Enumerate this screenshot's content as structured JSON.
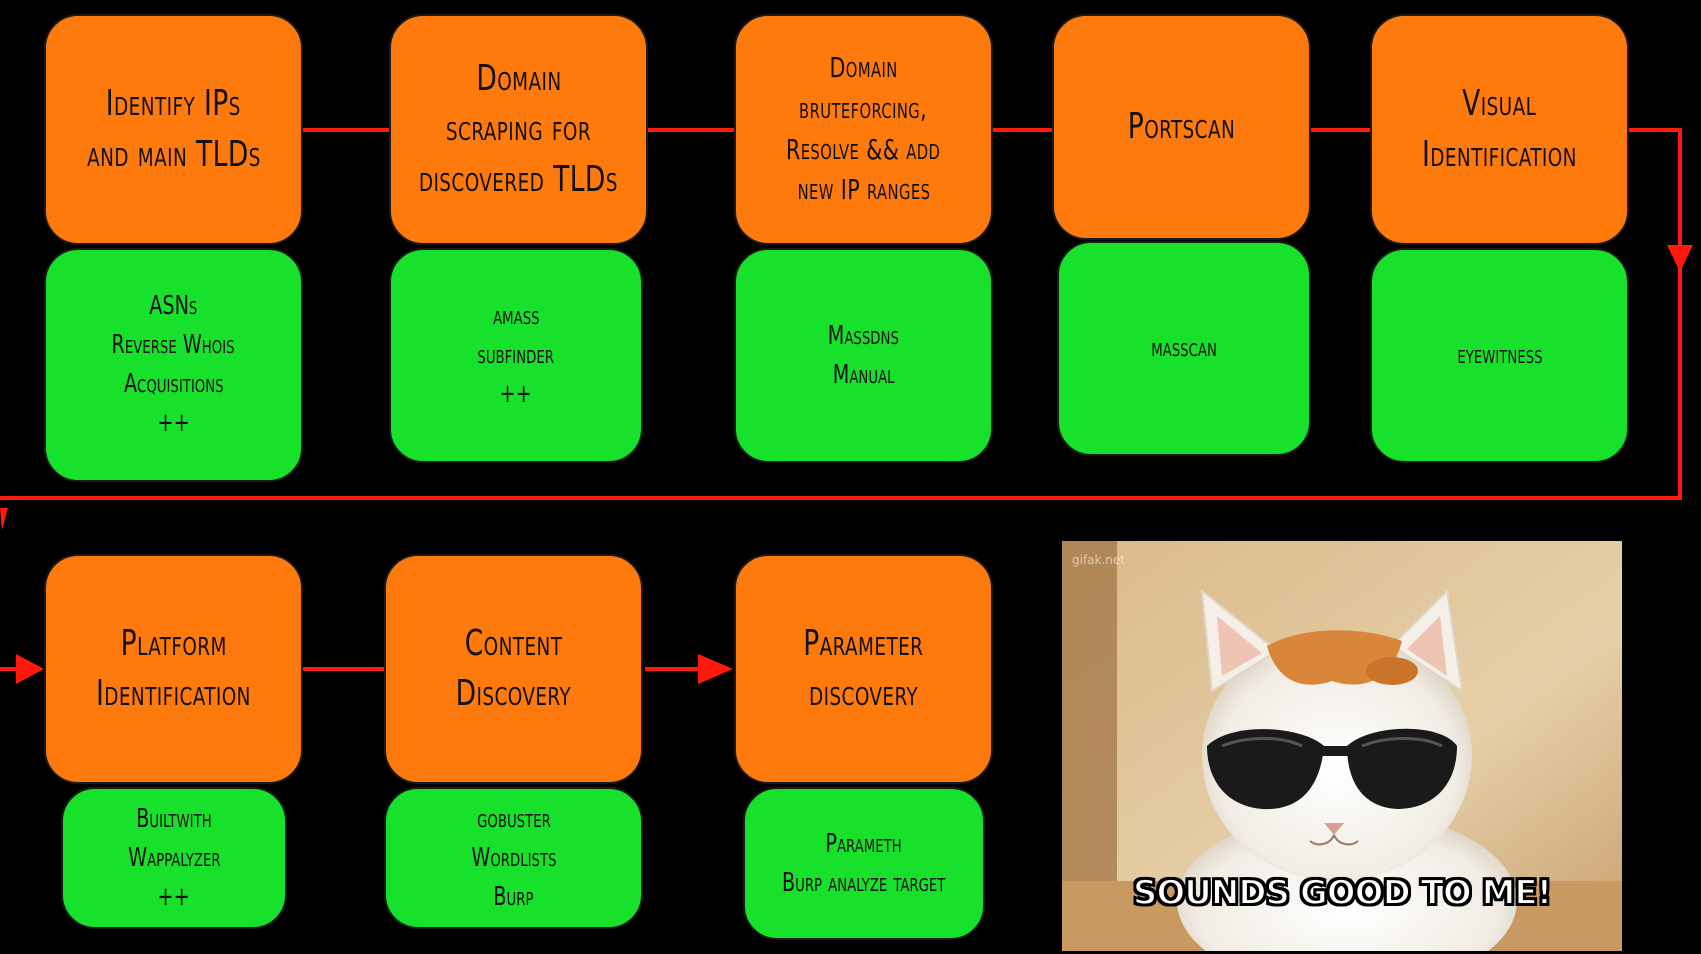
{
  "stages": [
    {
      "title": [
        "Identify IPs",
        "and main TLDs"
      ],
      "tools": [
        "ASNs",
        "Reverse Whois",
        "Acquisitions",
        "++"
      ]
    },
    {
      "title": [
        "Domain",
        "scraping for",
        "discovered TLDs"
      ],
      "tools": [
        "amass",
        "subfinder",
        "++"
      ]
    },
    {
      "title": [
        "Domain",
        "bruteforcing,",
        "Resolve && add",
        "new IP ranges"
      ],
      "tools": [
        "Massdns",
        "Manual"
      ]
    },
    {
      "title": [
        "Portscan"
      ],
      "tools": [
        "masscan"
      ]
    },
    {
      "title": [
        "Visual",
        "Identification"
      ],
      "tools": [
        "eyewitness"
      ]
    },
    {
      "title": [
        "Platform",
        "Identification"
      ],
      "tools": [
        "Builtwith",
        "Wappalyzer",
        "++"
      ]
    },
    {
      "title": [
        "Content",
        "Discovery"
      ],
      "tools": [
        "gobuster",
        "Wordlists",
        "Burp"
      ]
    },
    {
      "title": [
        "Parameter",
        "discovery"
      ],
      "tools": [
        "Parameth",
        "Burp analyze target"
      ]
    }
  ],
  "meme": {
    "watermark": "gifak.net",
    "caption": "SOUNDS GOOD TO ME!"
  },
  "colors": {
    "stage": "#ff7a0d",
    "tool": "#17e12a",
    "connector": "#ff1a0d",
    "background": "#000000"
  }
}
